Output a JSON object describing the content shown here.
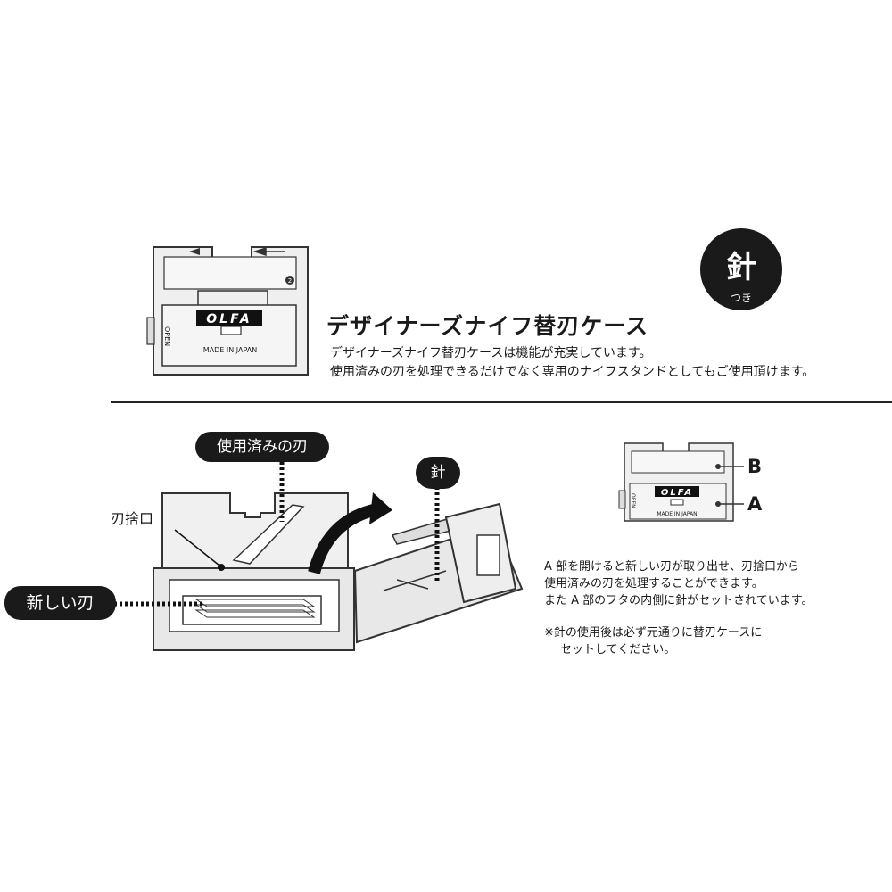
{
  "header": {
    "title": "デザイナーズナイフ替刃ケース",
    "desc_lines": [
      "デザイナーズナイフ替刃ケースは機能が充実しています。",
      "使用済みの刃を処理できるだけでなく専用のナイフスタンドとしてもご使用頂けます。"
    ],
    "badge_main": "針",
    "badge_sub": "つき"
  },
  "product": {
    "brand": "OLFA",
    "made_in": "MADE IN JAPAN",
    "open": "OPEN",
    "part_number": "2"
  },
  "diagram": {
    "label_used_blade": "使用済みの刃",
    "label_blade_slot": "刃捨口",
    "label_new_blade": "新しい刃",
    "label_needle": "針",
    "part_a": "A",
    "part_b": "B"
  },
  "explanation": {
    "lines": [
      "A 部を開けると新しい刃が取り出せ、刃捨口から",
      "使用済みの刃を処理することができます。",
      "また A 部のフタの内側に針がセットされています。"
    ]
  },
  "note": {
    "lines": [
      "※針の使用後は必ず元通りに替刃ケースに",
      "セットしてください。"
    ]
  }
}
